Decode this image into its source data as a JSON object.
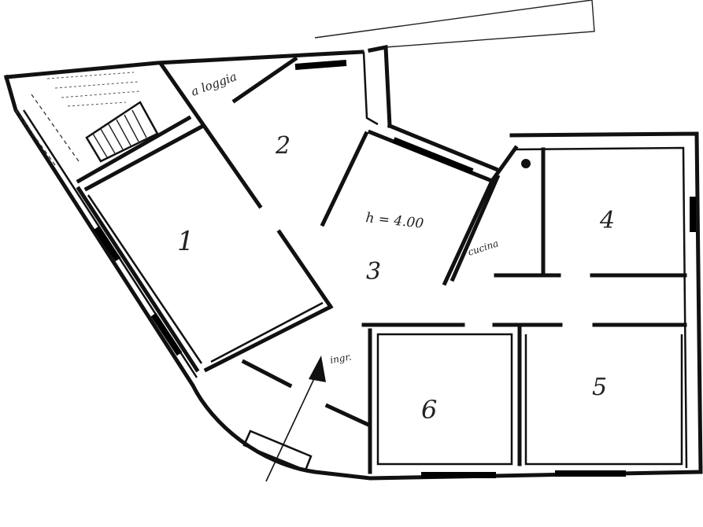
{
  "plan": {
    "room_labels": [
      {
        "id": "room-1",
        "text": "1"
      },
      {
        "id": "room-2",
        "text": "2"
      },
      {
        "id": "room-3",
        "text": "3"
      },
      {
        "id": "room-4",
        "text": "4"
      },
      {
        "id": "room-5",
        "text": "5"
      },
      {
        "id": "room-6",
        "text": "6"
      }
    ],
    "annotations": {
      "height_note": "h = 4.00",
      "top_note": "a loggia",
      "kitchen_note": "cucina",
      "entry_note": "ingr."
    },
    "colors": {
      "ink": "#111111",
      "paper": "#ffffff"
    }
  }
}
